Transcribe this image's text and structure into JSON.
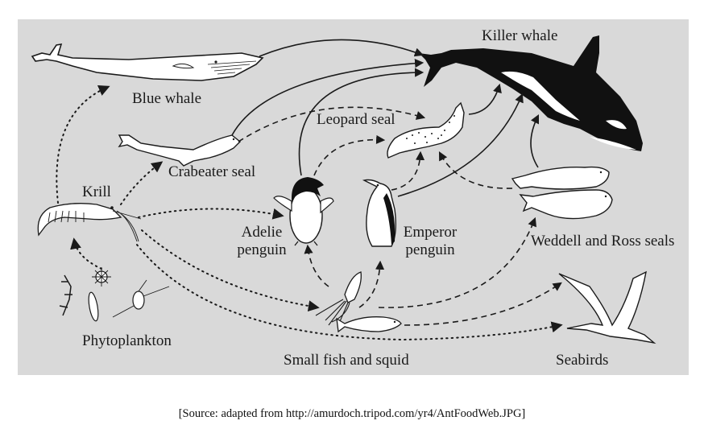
{
  "figure": {
    "caption": "[Source: adapted from http://amurdoch.tripod.com/yr4/AntFoodWeb.JPG]",
    "background_color": "#d9d9d9",
    "ink_color": "#1a1a1a"
  },
  "organisms": {
    "killer_whale": {
      "label": "Killer whale"
    },
    "blue_whale": {
      "label": "Blue whale"
    },
    "leopard_seal": {
      "label": "Leopard seal"
    },
    "crabeater_seal": {
      "label": "Crabeater seal"
    },
    "krill": {
      "label": "Krill"
    },
    "adelie_penguin": {
      "label_line1": "Adelie",
      "label_line2": "penguin"
    },
    "emperor_penguin": {
      "label_line1": "Emperor",
      "label_line2": "penguin"
    },
    "weddell_ross_seals": {
      "label": "Weddell and Ross seals"
    },
    "phytoplankton": {
      "label": "Phytoplankton"
    },
    "small_fish_squid": {
      "label": "Small fish and squid"
    },
    "seabirds": {
      "label": "Seabirds"
    }
  },
  "arrow_styles": {
    "solid": "solid",
    "dashed": "dashed",
    "dotted": "dotted"
  },
  "feeding_links": [
    {
      "from": "Blue whale",
      "to": "Killer whale",
      "style": "solid"
    },
    {
      "from": "Crabeater seal",
      "to": "Killer whale",
      "style": "solid"
    },
    {
      "from": "Adelie penguin",
      "to": "Killer whale",
      "style": "solid"
    },
    {
      "from": "Leopard seal",
      "to": "Killer whale",
      "style": "solid"
    },
    {
      "from": "Emperor penguin",
      "to": "Killer whale",
      "style": "solid"
    },
    {
      "from": "Weddell and Ross seals",
      "to": "Killer whale",
      "style": "solid"
    },
    {
      "from": "Crabeater seal",
      "to": "Leopard seal",
      "style": "dashed"
    },
    {
      "from": "Adelie penguin",
      "to": "Leopard seal",
      "style": "dashed"
    },
    {
      "from": "Emperor penguin",
      "to": "Leopard seal",
      "style": "dashed"
    },
    {
      "from": "Weddell and Ross seals",
      "to": "Leopard seal",
      "style": "dashed"
    },
    {
      "from": "Small fish and squid",
      "to": "Adelie penguin",
      "style": "dashed"
    },
    {
      "from": "Small fish and squid",
      "to": "Emperor penguin",
      "style": "dashed"
    },
    {
      "from": "Small fish and squid",
      "to": "Weddell and Ross seals",
      "style": "dashed"
    },
    {
      "from": "Small fish and squid",
      "to": "Seabirds",
      "style": "dashed"
    },
    {
      "from": "Krill",
      "to": "Blue whale",
      "style": "dotted"
    },
    {
      "from": "Krill",
      "to": "Crabeater seal",
      "style": "dotted"
    },
    {
      "from": "Krill",
      "to": "Adelie penguin",
      "style": "dotted"
    },
    {
      "from": "Krill",
      "to": "Small fish and squid",
      "style": "dotted"
    },
    {
      "from": "Krill",
      "to": "Seabirds",
      "style": "dotted"
    },
    {
      "from": "Phytoplankton",
      "to": "Krill",
      "style": "dotted"
    }
  ]
}
